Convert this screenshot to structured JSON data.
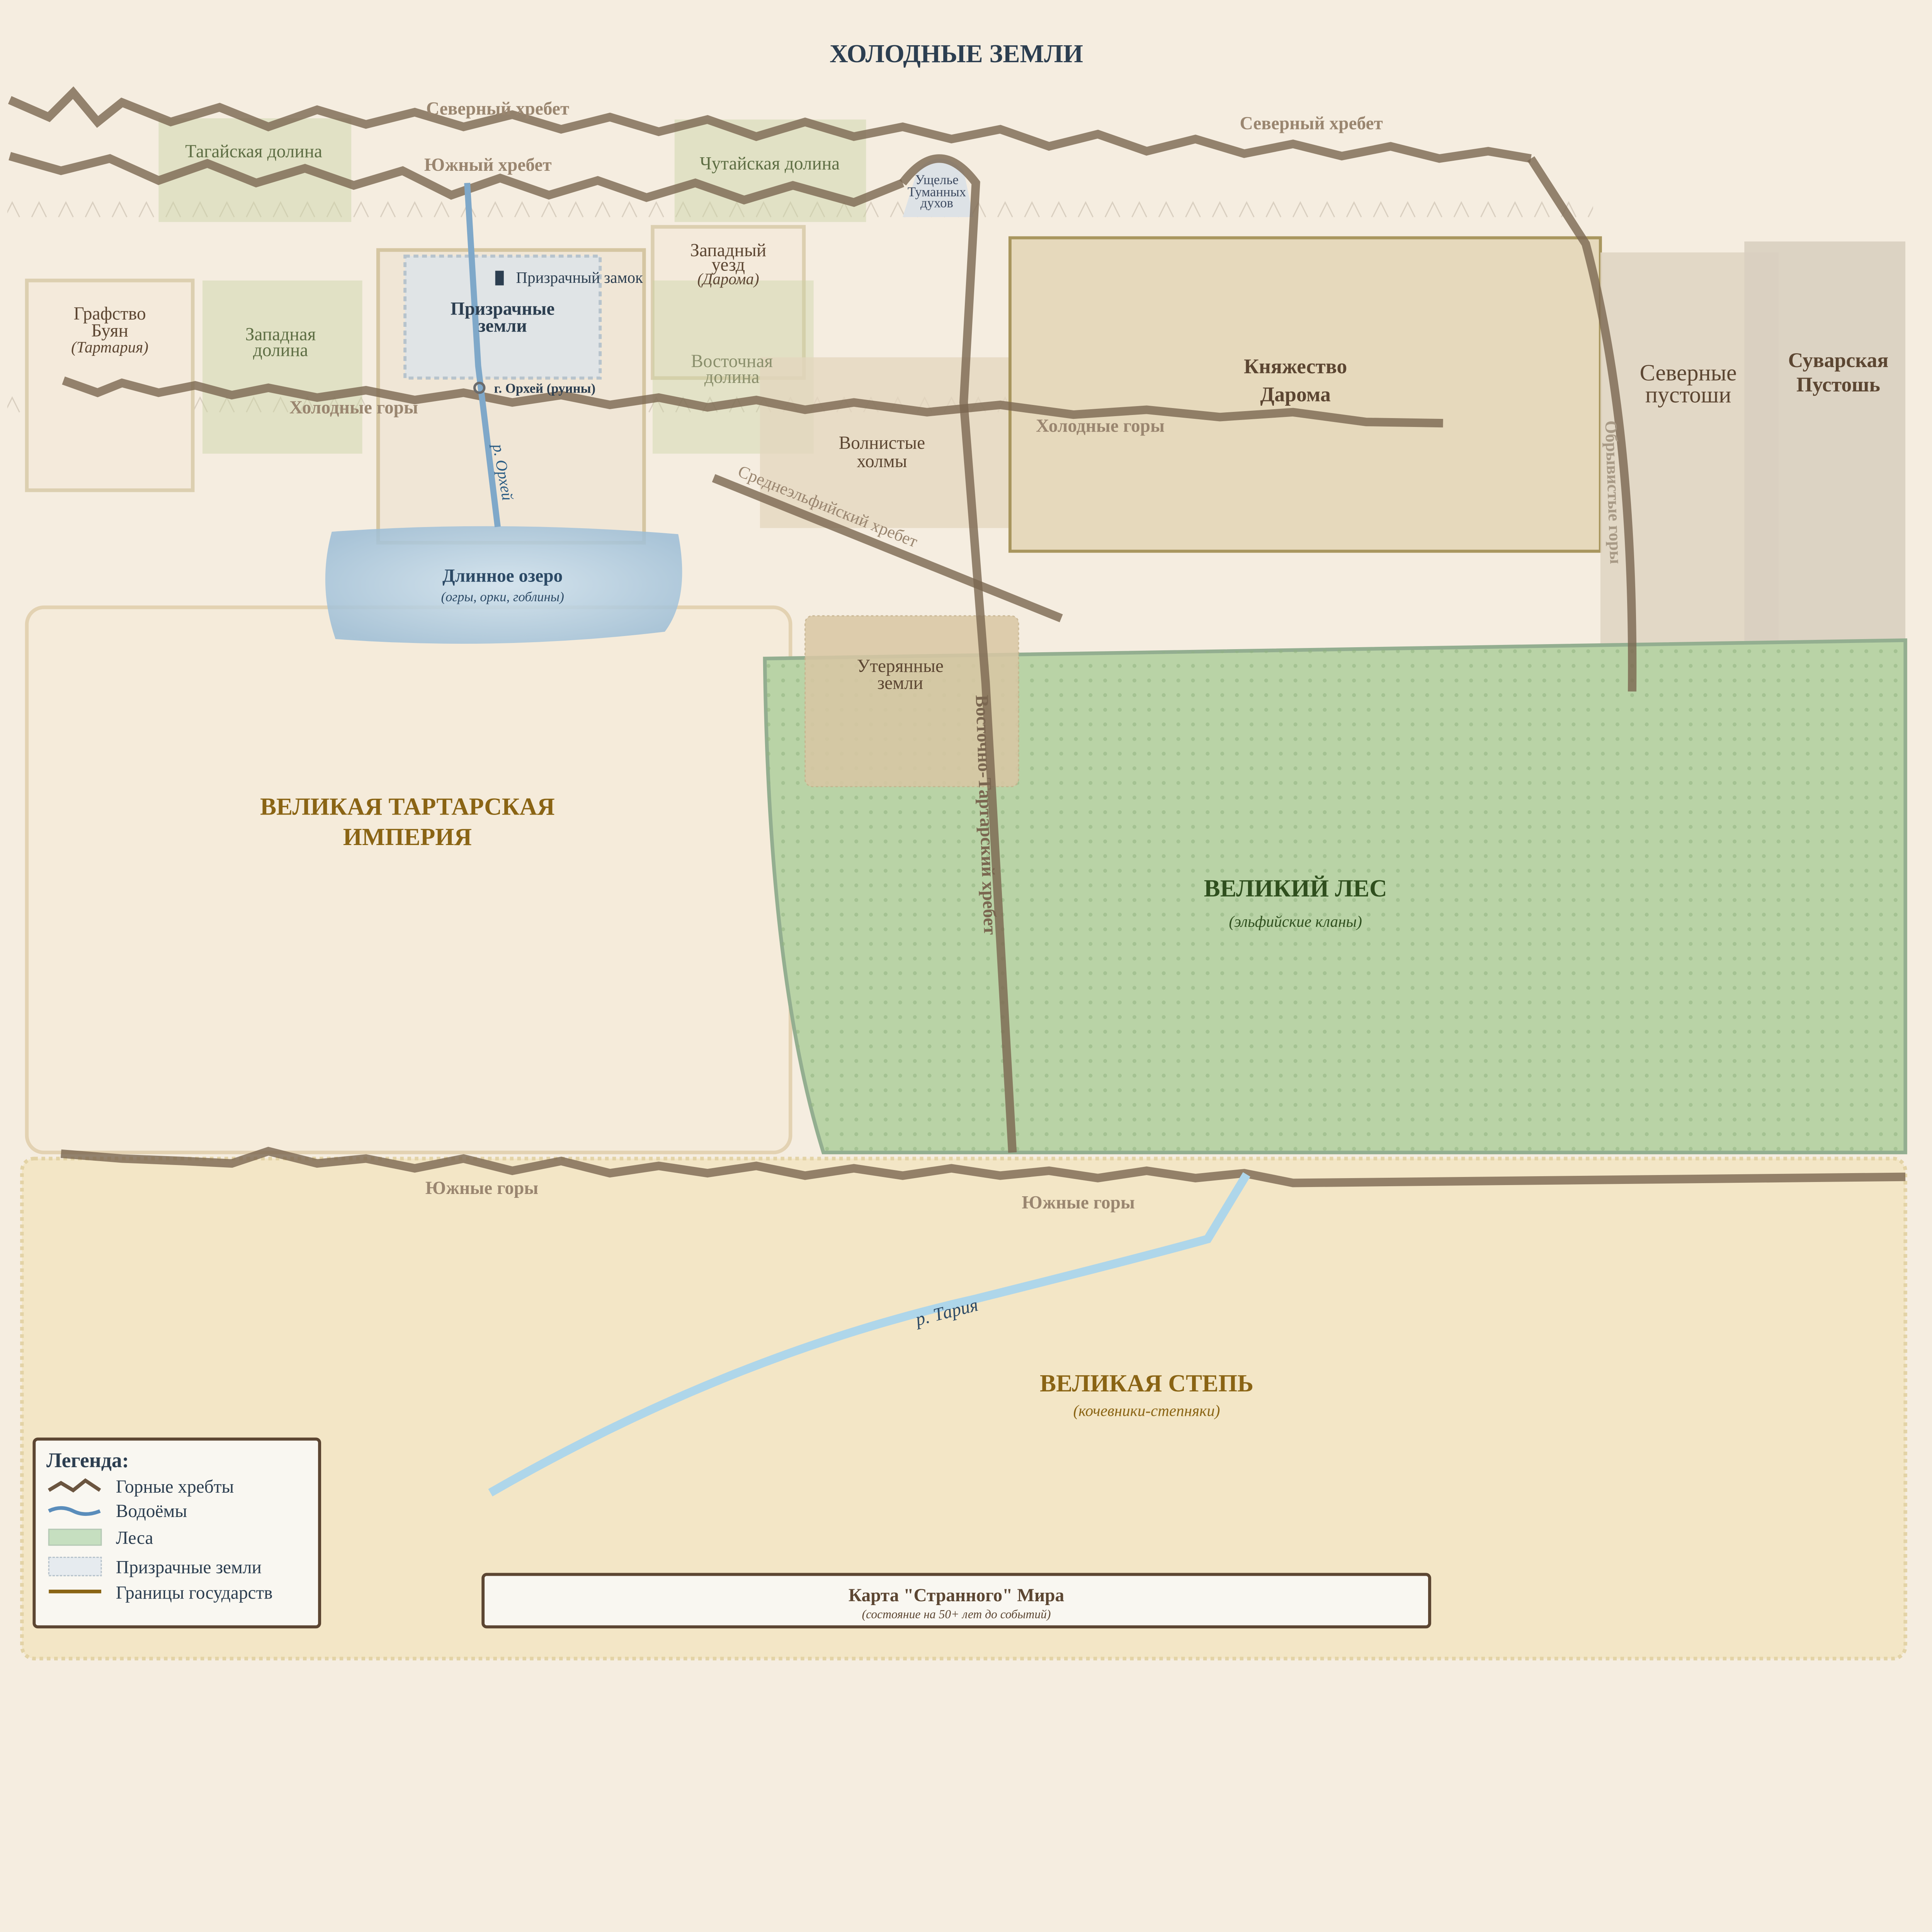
{
  "map_title": "ХОЛОДНЫЕ ЗЕМЛИ",
  "ridges": {
    "north_1": "Северный хребет",
    "north_2": "Северный хребет",
    "south": "Южный хребет",
    "cold_1": "Холодные горы",
    "cold_2": "Холодные горы",
    "mid_elf": "Среднеэльфийский хребет",
    "east_tartar": "Восточно-Тартарский хребет",
    "cliffs": "Обрывистые горы",
    "south_mtn_1": "Южные горы",
    "south_mtn_2": "Южные горы"
  },
  "regions": {
    "tagai": "Тагайская долина",
    "chutai": "Чутайская долина",
    "gorge": [
      "Ущелье",
      "Туманных",
      "духов"
    ],
    "buyan": [
      "Графство",
      "Буян",
      "(Тартария)"
    ],
    "west_valley": [
      "Западная",
      "долина"
    ],
    "ghost_lands": [
      "Призрачные",
      "земли"
    ],
    "ghost_castle": "Призрачный замок",
    "orkhei_city": "г. Орхей (руины)",
    "west_county": [
      "Западный",
      "уезд",
      "(Дарома)"
    ],
    "east_valley": [
      "Восточная",
      "долина"
    ],
    "hills": [
      "Волнистые",
      "холмы"
    ],
    "daroma": [
      "Княжество",
      "Дарома"
    ],
    "north_waste": [
      "Северные",
      "пустоши"
    ],
    "suvar": [
      "Суварская",
      "Пустошь"
    ],
    "lake": "Длинное озеро",
    "lake_sub": "(огры, орки, гоблины)",
    "river_orkhei": "р. Орхей",
    "lost_lands": [
      "Утерянные",
      "земли"
    ],
    "tartar": [
      "ВЕЛИКАЯ ТАРТАРСКАЯ",
      "ИМПЕРИЯ"
    ],
    "forest": "ВЕЛИКИЙ ЛЕС",
    "forest_sub": "(эльфийские кланы)",
    "steppe": "ВЕЛИКАЯ СТЕПЬ",
    "steppe_sub": "(кочевники-степняки)",
    "river_tariya": "р. Тария"
  },
  "legend": {
    "title": "Легенда:",
    "items": [
      "Горные хребты",
      "Водоёмы",
      "Леса",
      "Призрачные земли",
      "Границы государств"
    ]
  },
  "title_box": {
    "title": "Карта \"Странного\" Мира",
    "subtitle": "(состояние на 50+ лет до событий)"
  },
  "colors": {
    "background": "#f5ede0",
    "forest": "#b9d3a6",
    "water": "#7fa8c9",
    "ridge": "#7a6650",
    "steppe": "#f3e6c6",
    "ghost": "#e0e4e6"
  }
}
